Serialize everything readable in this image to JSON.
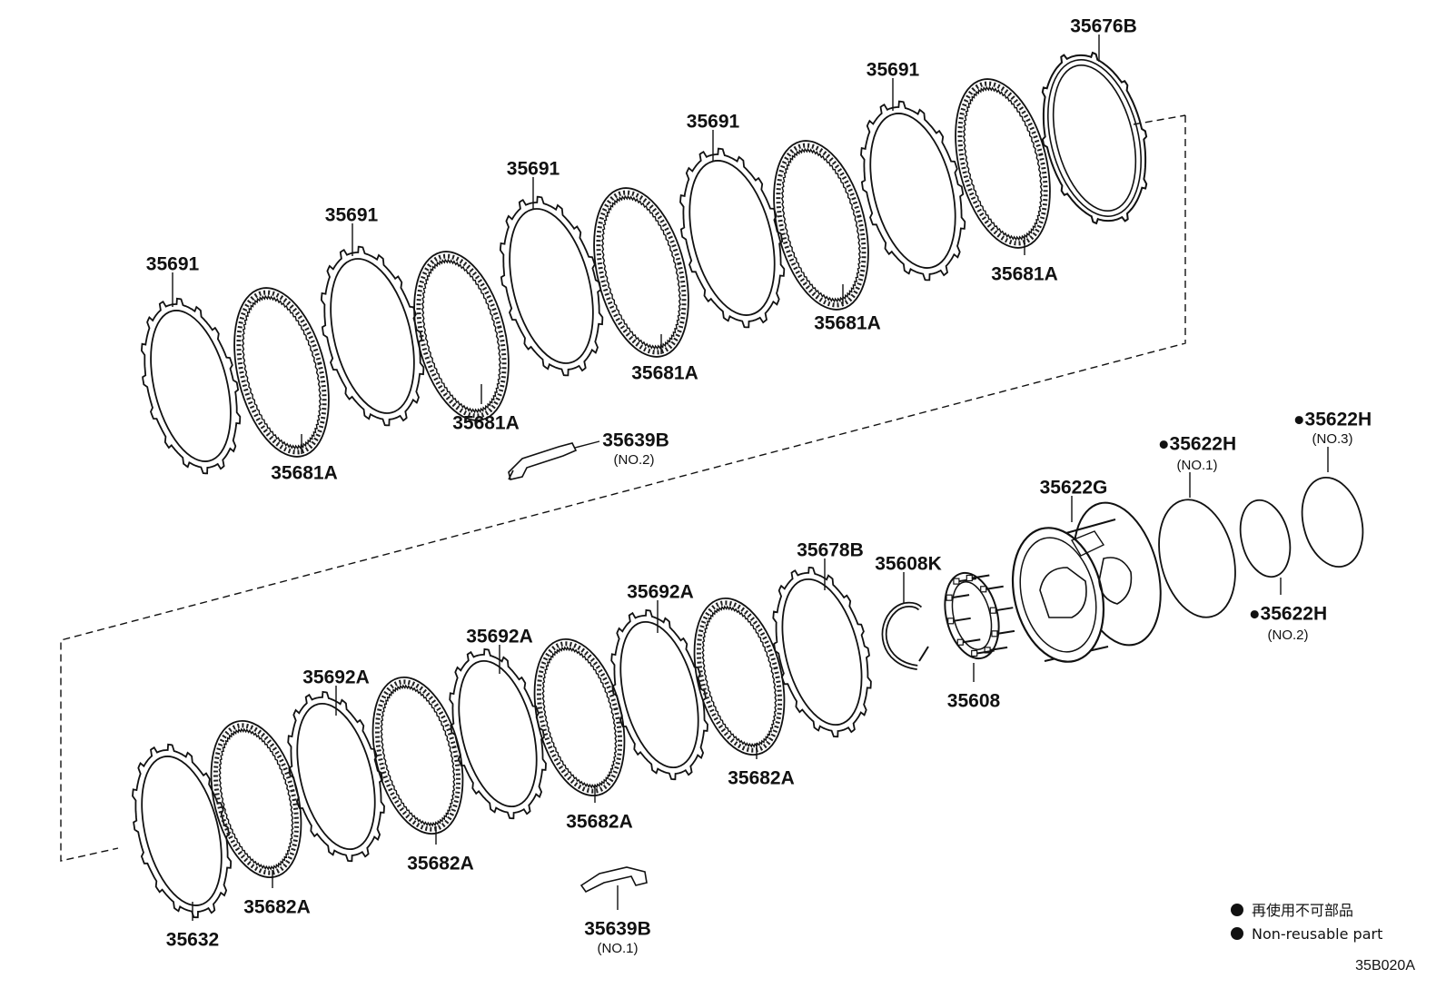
{
  "diagram_code": "35B020A",
  "legend": {
    "marker": "●",
    "lines": [
      "再使用不可部品",
      "Non-reusable part"
    ]
  },
  "callouts": [
    {
      "id": "35691-1",
      "text": "35691",
      "sub": "",
      "marked": false,
      "part": "plate"
    },
    {
      "id": "35681A-1",
      "text": "35681A",
      "sub": "",
      "marked": false,
      "part": "disc"
    },
    {
      "id": "35691-2",
      "text": "35691",
      "sub": "",
      "marked": false,
      "part": "plate"
    },
    {
      "id": "35681A-2",
      "text": "35681A",
      "sub": "",
      "marked": false,
      "part": "disc"
    },
    {
      "id": "35691-3",
      "text": "35691",
      "sub": "",
      "marked": false,
      "part": "plate"
    },
    {
      "id": "35681A-3",
      "text": "35681A",
      "sub": "",
      "marked": false,
      "part": "disc"
    },
    {
      "id": "35691-4",
      "text": "35691",
      "sub": "",
      "marked": false,
      "part": "plate"
    },
    {
      "id": "35681A-4",
      "text": "35681A",
      "sub": "",
      "marked": false,
      "part": "disc"
    },
    {
      "id": "35691-5",
      "text": "35691",
      "sub": "",
      "marked": false,
      "part": "plate"
    },
    {
      "id": "35681A-5",
      "text": "35681A",
      "sub": "",
      "marked": false,
      "part": "disc"
    },
    {
      "id": "35676B",
      "text": "35676B",
      "sub": "",
      "marked": false,
      "part": "flange"
    },
    {
      "id": "35639B-2",
      "text": "35639B",
      "sub": "(NO.2)",
      "marked": false,
      "part": "spring"
    },
    {
      "id": "35632",
      "text": "35632",
      "sub": "",
      "marked": false,
      "part": "plate"
    },
    {
      "id": "35682A-1",
      "text": "35682A",
      "sub": "",
      "marked": false,
      "part": "disc"
    },
    {
      "id": "35692A-1",
      "text": "35692A",
      "sub": "",
      "marked": false,
      "part": "plate"
    },
    {
      "id": "35682A-2",
      "text": "35682A",
      "sub": "",
      "marked": false,
      "part": "disc"
    },
    {
      "id": "35692A-2",
      "text": "35692A",
      "sub": "",
      "marked": false,
      "part": "plate"
    },
    {
      "id": "35682A-3",
      "text": "35682A",
      "sub": "",
      "marked": false,
      "part": "disc"
    },
    {
      "id": "35692A-3",
      "text": "35692A",
      "sub": "",
      "marked": false,
      "part": "plate"
    },
    {
      "id": "35682A-4",
      "text": "35682A",
      "sub": "",
      "marked": false,
      "part": "disc"
    },
    {
      "id": "35678B",
      "text": "35678B",
      "sub": "",
      "marked": false,
      "part": "plate"
    },
    {
      "id": "35608K",
      "text": "35608K",
      "sub": "",
      "marked": false,
      "part": "snap-ring"
    },
    {
      "id": "35608",
      "text": "35608",
      "sub": "",
      "marked": false,
      "part": "return-spring"
    },
    {
      "id": "35622G",
      "text": "35622G",
      "sub": "",
      "marked": false,
      "part": "piston"
    },
    {
      "id": "35622H-1",
      "text": "35622H",
      "sub": "(NO.1)",
      "marked": true,
      "part": "o-ring"
    },
    {
      "id": "35622H-2",
      "text": "35622H",
      "sub": "(NO.2)",
      "marked": true,
      "part": "o-ring"
    },
    {
      "id": "35622H-3",
      "text": "35622H",
      "sub": "(NO.3)",
      "marked": true,
      "part": "o-ring"
    },
    {
      "id": "35639B-1",
      "text": "35639B",
      "sub": "(NO.1)",
      "marked": false,
      "part": "spring"
    }
  ]
}
